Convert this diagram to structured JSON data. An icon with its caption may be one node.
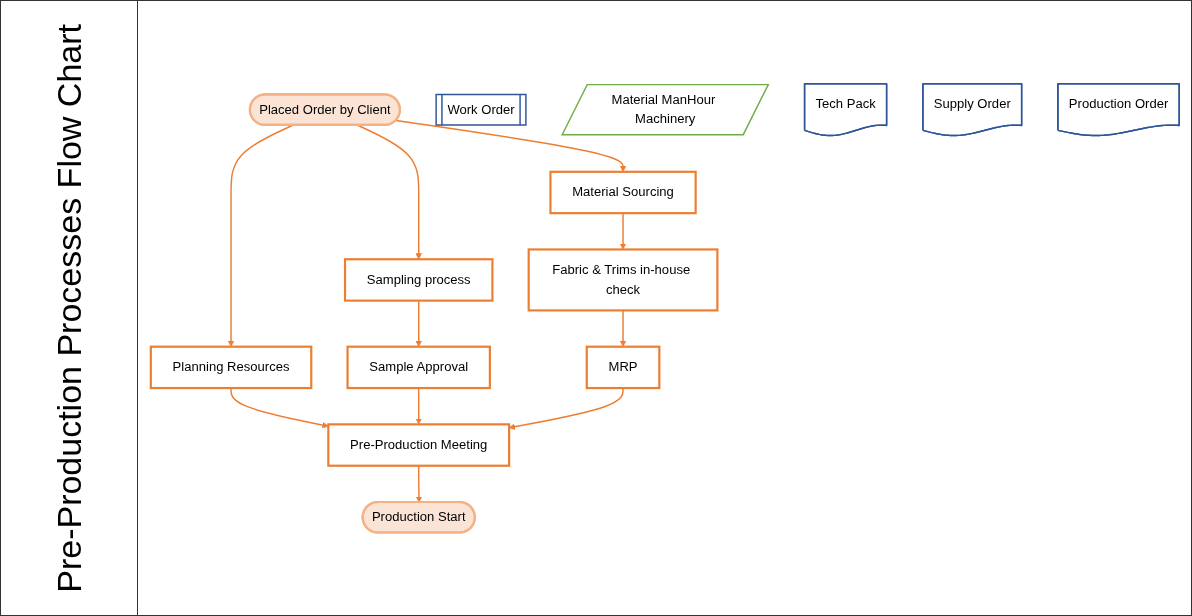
{
  "diagram": {
    "title": "Pre-Production Processes Flow Chart",
    "nodes": [
      {
        "text": [
          "Placed Order by Client"
        ]
      },
      {
        "text": [
          "Work Order"
        ]
      },
      {
        "text": [
          "Planning Resources"
        ]
      },
      {
        "text": [
          "Material ManHour Machinery"
        ]
      },
      {
        "text": [
          "Sampling process"
        ]
      },
      {
        "text": [
          "Material Sourcing"
        ]
      },
      {
        "text": [
          "Tech Pack"
        ]
      },
      {
        "text": [
          "Sample Approval"
        ]
      },
      {
        "text": [
          "Fabric & Trims in-house check"
        ]
      },
      {
        "text": [
          "Supply Order"
        ]
      },
      {
        "text": [
          "MRP"
        ]
      },
      {
        "text": [
          "Pre-Production Meeting"
        ]
      },
      {
        "text": [
          "Production Order"
        ]
      },
      {
        "text": [
          "Production Start"
        ]
      }
    ],
    "edges": [
      {
        "from": 0,
        "to": 2,
        "arrow": "to"
      },
      {
        "from": 0,
        "to": 4,
        "arrow": "to"
      },
      {
        "from": 0,
        "to": 5,
        "arrow": "to"
      },
      {
        "from": 4,
        "to": 7,
        "arrow": "to"
      },
      {
        "from": 5,
        "to": 8,
        "arrow": "to"
      },
      {
        "from": 8,
        "to": 10,
        "arrow": "to"
      },
      {
        "from": 2,
        "to": 11,
        "arrow": "to"
      },
      {
        "from": 7,
        "to": 11,
        "arrow": "to"
      },
      {
        "from": 10,
        "to": 11,
        "arrow": "to"
      },
      {
        "from": 11,
        "to": 13,
        "arrow": "to"
      }
    ]
  }
}
